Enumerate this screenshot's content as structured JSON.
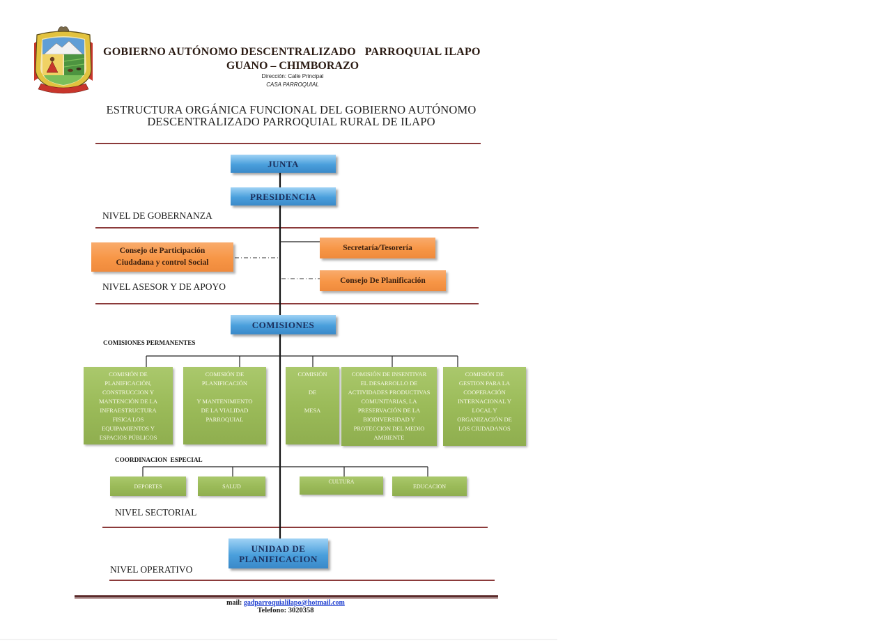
{
  "header": {
    "institution": "GOBIERNO AUTÓNOMO DESCENTRALIZADO   PARROQUIAL ILAPO",
    "location": "GUANO – CHIMBORAZO",
    "address": "Dirección: Calle Principal",
    "building": "CASA PARROQUIAL"
  },
  "document_title": {
    "line1": "ESTRUCTURA ORGÁNICA FUNCIONAL DEL GOBIERNO AUTÓNOMO",
    "line2": "DESCENTRALIZADO PARROQUIAL RURAL DE ILAPO"
  },
  "levels": {
    "gobernanza": "NIVEL DE GOBERNANZA",
    "asesor": "NIVEL ASESOR Y DE APOYO",
    "sectorial": "NIVEL SECTORIAL",
    "operativo": "NIVEL OPERATIVO"
  },
  "org_chart": {
    "junta": "JUNTA",
    "presidencia": "PRESIDENCIA",
    "consejo_participacion": "Consejo de Participación\nCiudadana y control Social",
    "secretaria_tesoreria": "Secretaría/Tesorería",
    "consejo_planificacion": "Consejo De Planificación",
    "comisiones": "COMISIONES",
    "comisiones_permanentes": {
      "label": "COMISIONES PERMANENTES",
      "items": [
        "COMISIÓN DE\nPLANIFICACIÓN,\nCONSTRUCCION Y\nMANTENCIÓN DE LA\nINFRAESTRUCTURA\nFISICA LOS\nEQUIPAMIENTOS Y\nESPACIOS PÚBLICOS",
        "COMISIÓN DE\nPLANIFICACIÓN\n\nY MANTENIMIENTO\nDE LA VIALIDAD\nPARROQUIAL",
        "COMISIÓN\n\nDE\n\nMESA",
        "COMISIÓN DE INSENTIVAR\nEL DESARROLLO DE\nACTIVIDADES PRODUCTIVAS\nCOMUNITARIAS, LA\nPRESERVACIÓN DE LA\nBIODIVERSIDAD Y\nPROTECCION DEL MEDIO\nAMBIENTE",
        "COMISIÓN DE\nGESTION PARA LA\nCOOPERACIÓN\nINTERNACIONAL Y\nLOCAL Y\nORGANIZACIÓN DE\nLOS CIUDADANOS"
      ]
    },
    "coordinacion_especial": {
      "label": "COORDINACION  ESPECIAL",
      "items": [
        "DEPORTES",
        "SALUD",
        "CULTURA",
        "EDUCACION"
      ]
    },
    "unidad_planificacion": "UNIDAD DE\nPLANIFICACION"
  },
  "footer": {
    "mail_label": "mail:",
    "mail": "gadparroquialilapo@hotmail.com",
    "phone": "Telefono: 3020358"
  },
  "colors": {
    "governance_box": "#4a9fdc",
    "advisory_box": "#f79646",
    "commission_box": "#9bbb59",
    "separator_line": "#8b3a3a",
    "link_text": "#1f3fd0"
  }
}
